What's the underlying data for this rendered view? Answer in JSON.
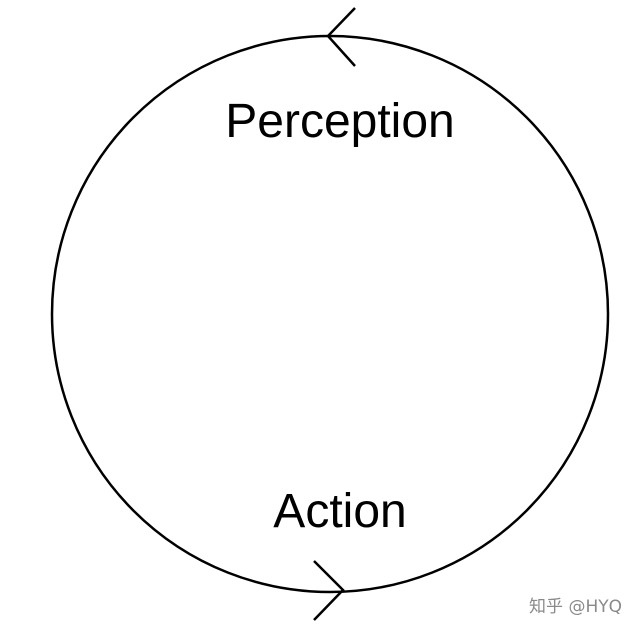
{
  "diagram": {
    "nodes": {
      "top_label": "Perception",
      "bottom_label": "Action"
    },
    "watermark": "知乎 @HYQ",
    "colors": {
      "stroke": "#000000",
      "background": "#ffffff",
      "watermark": "#8a8a8a"
    },
    "arrows": [
      {
        "name": "top-arrowhead",
        "direction": "left"
      },
      {
        "name": "bottom-arrowhead",
        "direction": "right"
      }
    ]
  }
}
